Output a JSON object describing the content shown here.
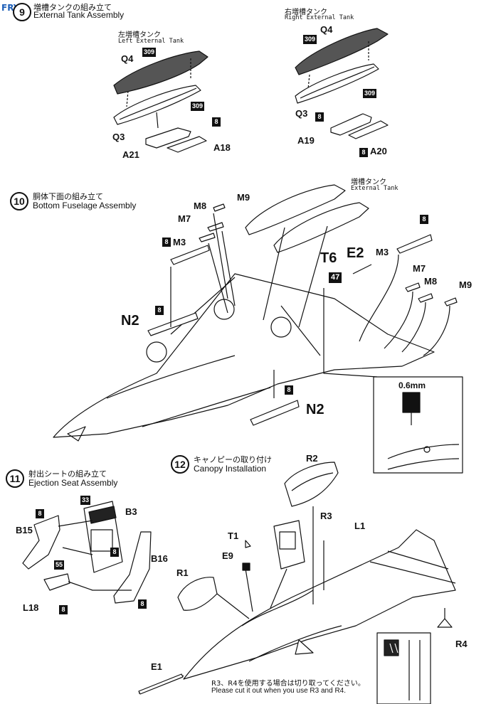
{
  "watermark": {
    "logo_text": "FRY",
    "site_text": "",
    "url": ""
  },
  "step9": {
    "title_jp": "増槽タンクの組み立て",
    "title_en": "External Tank Assembly",
    "left": {
      "label_jp": "左増槽タンク",
      "label_en": "Left External Tank"
    },
    "right": {
      "label_jp": "右増槽タンク",
      "label_en": "Right External Tank"
    },
    "parts": {
      "q4": "Q4",
      "q3": "Q3",
      "a21": "A21",
      "a18": "A18",
      "a19": "A19",
      "a20": "A20"
    },
    "colors": {
      "c309": "309",
      "c8": "8"
    }
  },
  "step10": {
    "number": "10",
    "title_jp": "胴体下面の組み立て",
    "title_en": "Bottom Fuselage Assembly",
    "tank_jp": "増槽タンク",
    "tank_en": "External Tank",
    "parts": {
      "m9": "M9",
      "m8": "M8",
      "m7": "M7",
      "m3": "M3",
      "n2": "N2",
      "t6": "T6",
      "e2": "E2"
    },
    "colors": {
      "c8": "8",
      "c47": "47"
    },
    "inset_label": "0.6mm"
  },
  "step11": {
    "number": "11",
    "title_jp": "射出シートの組み立て",
    "title_en": "Ejection Seat Assembly",
    "parts": {
      "b15": "B15",
      "b3": "B3",
      "b16": "B16",
      "l18": "L18"
    },
    "colors": {
      "c8": "8",
      "c33": "33",
      "c55": "55"
    }
  },
  "step12": {
    "number": "12",
    "title_jp": "キャノピーの取り付け",
    "title_en": "Canopy Installation",
    "parts": {
      "r2": "R2",
      "r3": "R3",
      "l1": "L1",
      "t1": "T1",
      "e9": "E9",
      "r1": "R1",
      "r4": "R4",
      "e1": "E1"
    },
    "note_jp": "R3、R4を使用する場合は切り取ってください。",
    "note_en": "Please cut it out when you use R3 and R4."
  }
}
